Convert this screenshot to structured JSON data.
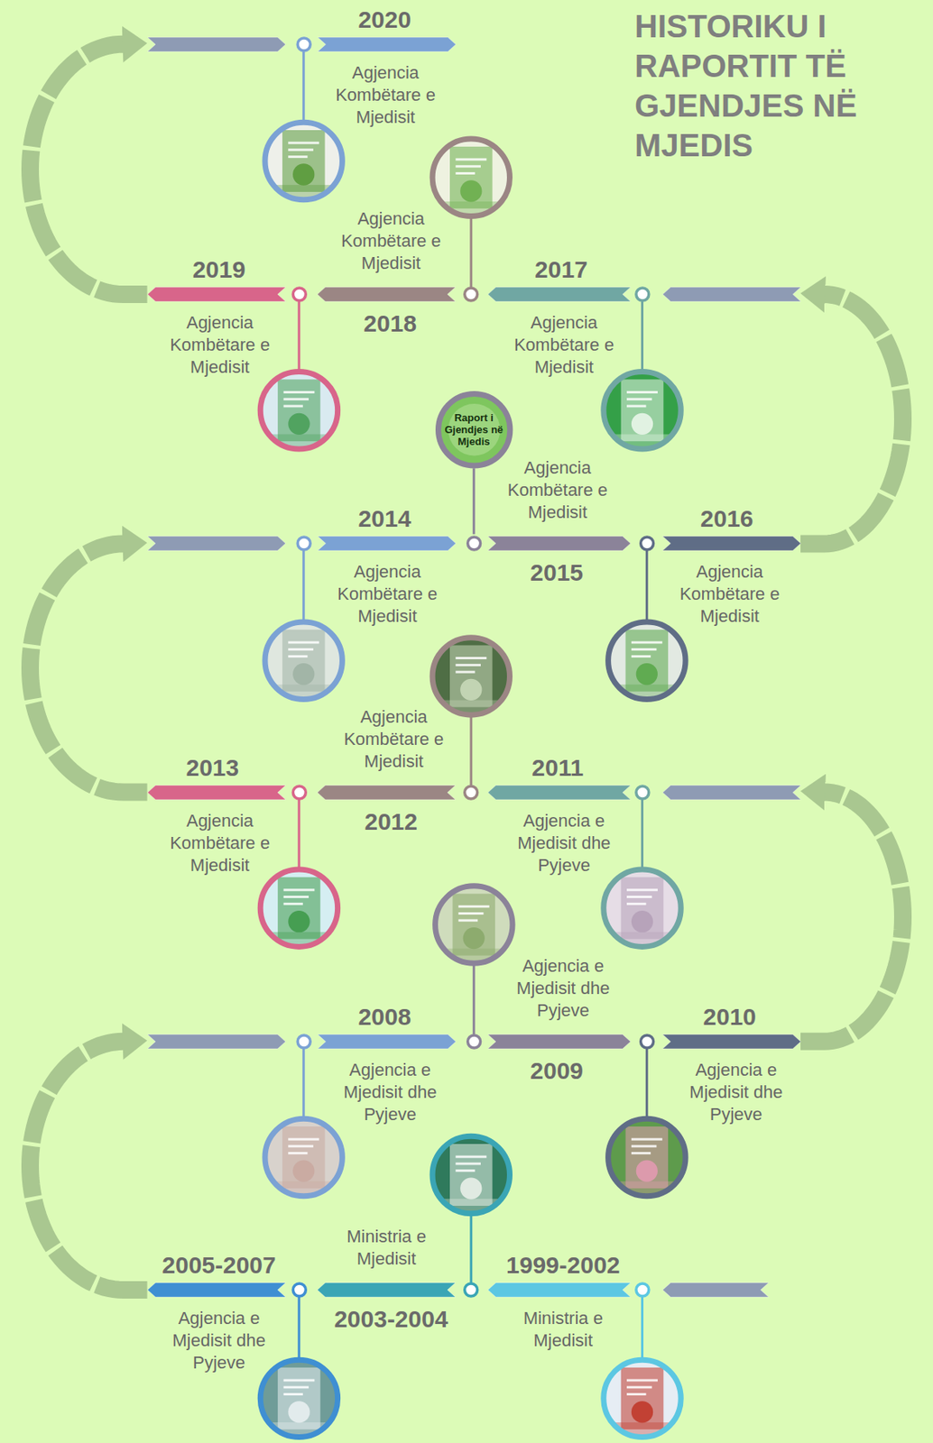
{
  "diagram": {
    "title": "HISTORIKU I RAPORTIT TË GJENDJES NË MJEDIS",
    "nodes": [
      {
        "text": [
          "1999-2002",
          "Ministria e Mjedisit"
        ]
      },
      {
        "text": [
          "2003-2004",
          "Ministria e Mjedisit"
        ]
      },
      {
        "text": [
          "2005-2007",
          "Agjencia e Mjedisit dhe Pyjeve"
        ]
      },
      {
        "text": [
          "2008",
          "Agjencia e Mjedisit dhe Pyjeve"
        ]
      },
      {
        "text": [
          "2009",
          "Agjencia e Mjedisit dhe Pyjeve"
        ]
      },
      {
        "text": [
          "2010",
          "Agjencia e Mjedisit dhe Pyjeve"
        ]
      },
      {
        "text": [
          "2011",
          "Agjencia e Mjedisit dhe Pyjeve"
        ]
      },
      {
        "text": [
          "2012",
          "Agjencia Kombëtare e Mjedisit"
        ]
      },
      {
        "text": [
          "2013",
          "Agjencia Kombëtare e Mjedisit"
        ]
      },
      {
        "text": [
          "2014",
          "Agjencia Kombëtare e Mjedisit"
        ]
      },
      {
        "text": [
          "2015",
          "Agjencia Kombëtare e Mjedisit"
        ]
      },
      {
        "text": [
          "2016",
          "Agjencia Kombëtare e Mjedisit"
        ]
      },
      {
        "text": [
          "2017",
          "Agjencia Kombëtare e Mjedisit"
        ]
      },
      {
        "text": [
          "2018",
          "Agjencia Kombëtare e Mjedisit"
        ]
      },
      {
        "text": [
          "2019",
          "Agjencia Kombëtare e Mjedisit"
        ]
      },
      {
        "text": [
          "2020",
          "Agjencia Kombëtare e Mjedisit"
        ]
      },
      {
        "text": [
          "Raport i Gjendjes në Mjedis"
        ]
      }
    ],
    "edges": [
      {
        "from": 2,
        "to": 3,
        "arrow": "to"
      },
      {
        "from": 5,
        "to": 6,
        "arrow": "to"
      },
      {
        "from": 8,
        "to": 9,
        "arrow": "to"
      },
      {
        "from": 11,
        "to": 12,
        "arrow": "to"
      },
      {
        "from": 14,
        "to": 15,
        "arrow": "to"
      },
      {
        "from": 16,
        "to": 10,
        "arrow": "none"
      }
    ]
  }
}
